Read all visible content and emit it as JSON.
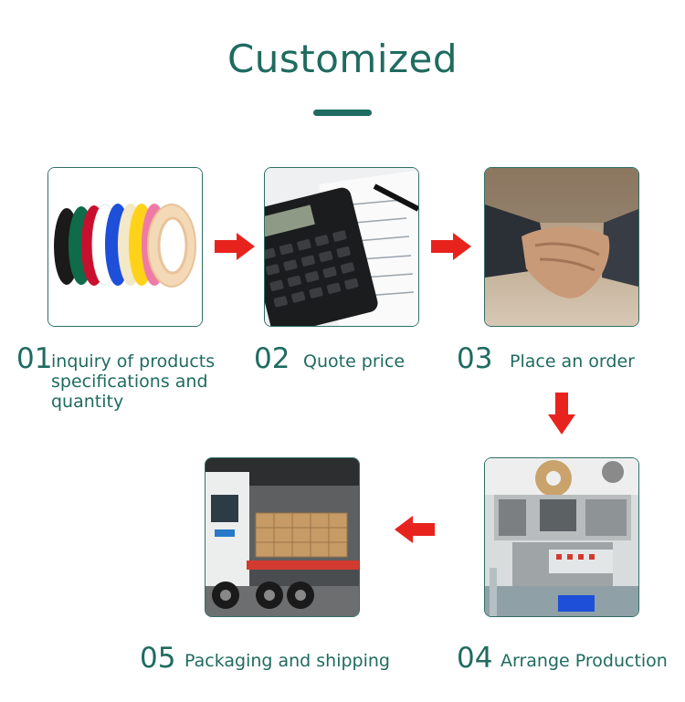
{
  "title": "Customized",
  "colors": {
    "accent": "#1f6b60",
    "arrow": "#e8231e",
    "card_border": "#2f6e66"
  },
  "steps": [
    {
      "num": "01",
      "label_lines": [
        "inquiry of products",
        "specifications  and",
        "quantity"
      ],
      "image": "colored-tape-rolls"
    },
    {
      "num": "02",
      "label": "Quote price",
      "image": "calculator-and-documents"
    },
    {
      "num": "03",
      "label": "Place an order",
      "image": "handshake"
    },
    {
      "num": "04",
      "label": "Arrange Production",
      "image": "tape-production-machine"
    },
    {
      "num": "05",
      "label": "Packaging and shipping",
      "image": "loaded-cargo-truck"
    }
  ],
  "arrows": [
    "arrow-right-icon",
    "arrow-right-icon",
    "arrow-down-icon",
    "arrow-left-icon"
  ]
}
